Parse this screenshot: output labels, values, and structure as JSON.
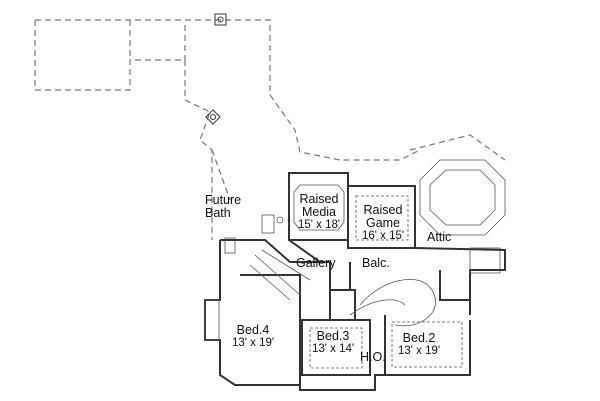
{
  "rooms": {
    "future_bath": {
      "name_line1": "Future",
      "name_line2": "Bath"
    },
    "raised_media": {
      "name_line1": "Raised",
      "name_line2": "Media",
      "size": "15' x 18'"
    },
    "raised_game": {
      "name_line1": "Raised",
      "name_line2": "Game",
      "size": "16' x 15'"
    },
    "attic": {
      "name": "Attic"
    },
    "gallery": {
      "name": "Gallery"
    },
    "balcony": {
      "name": "Balc."
    },
    "bed4": {
      "name": "Bed.4",
      "size": "13' x 19'"
    },
    "bed3": {
      "name": "Bed.3",
      "size": "13' x 14'"
    },
    "home_office": {
      "name": "H.O."
    },
    "bed2": {
      "name": "Bed.2",
      "size": "13' x 19'"
    }
  },
  "colors": {
    "line": "#333333",
    "dashed": "#777777",
    "background": "#ffffff"
  }
}
